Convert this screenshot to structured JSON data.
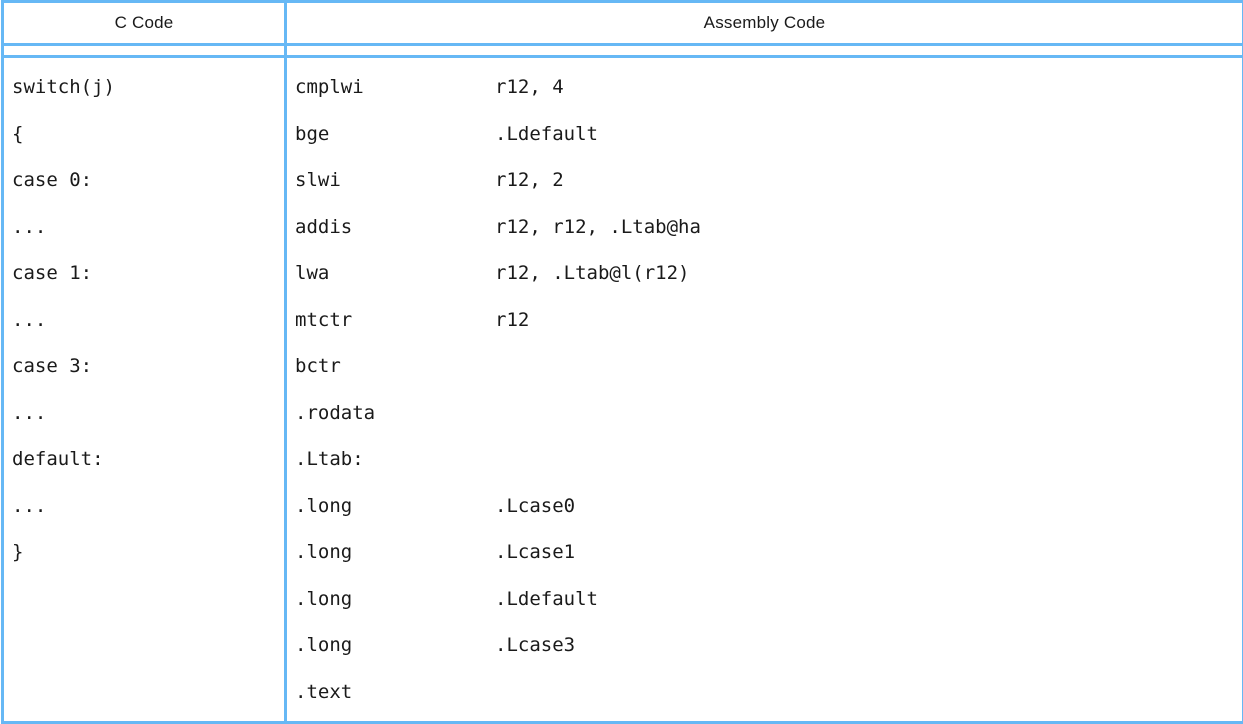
{
  "table": {
    "headers": {
      "c_code": "C Code",
      "assembly_code": "Assembly Code"
    },
    "border_color": "#66b8f5",
    "text_color": "#1a1a1a",
    "c_lines": [
      "switch(j)",
      "{",
      "case 0:",
      "...",
      "case 1:",
      "...",
      "case 3:",
      "...",
      "default:",
      "...",
      "}",
      "",
      "",
      ""
    ],
    "asm_lines": [
      {
        "mnemonic": "cmplwi",
        "operand": "r12, 4"
      },
      {
        "mnemonic": "bge",
        "operand": ".Ldefault"
      },
      {
        "mnemonic": "slwi",
        "operand": "r12, 2"
      },
      {
        "mnemonic": "addis",
        "operand": "r12, r12, .Ltab@ha"
      },
      {
        "mnemonic": "lwa",
        "operand": "r12, .Ltab@l(r12)"
      },
      {
        "mnemonic": "mtctr",
        "operand": "r12"
      },
      {
        "mnemonic": "bctr",
        "operand": ""
      },
      {
        "mnemonic": ".rodata",
        "operand": ""
      },
      {
        "mnemonic": ".Ltab:",
        "operand": ""
      },
      {
        "mnemonic": ".long",
        "operand": ".Lcase0"
      },
      {
        "mnemonic": ".long",
        "operand": ".Lcase1"
      },
      {
        "mnemonic": ".long",
        "operand": ".Ldefault"
      },
      {
        "mnemonic": ".long",
        "operand": ".Lcase3"
      },
      {
        "mnemonic": ".text",
        "operand": ""
      }
    ]
  }
}
